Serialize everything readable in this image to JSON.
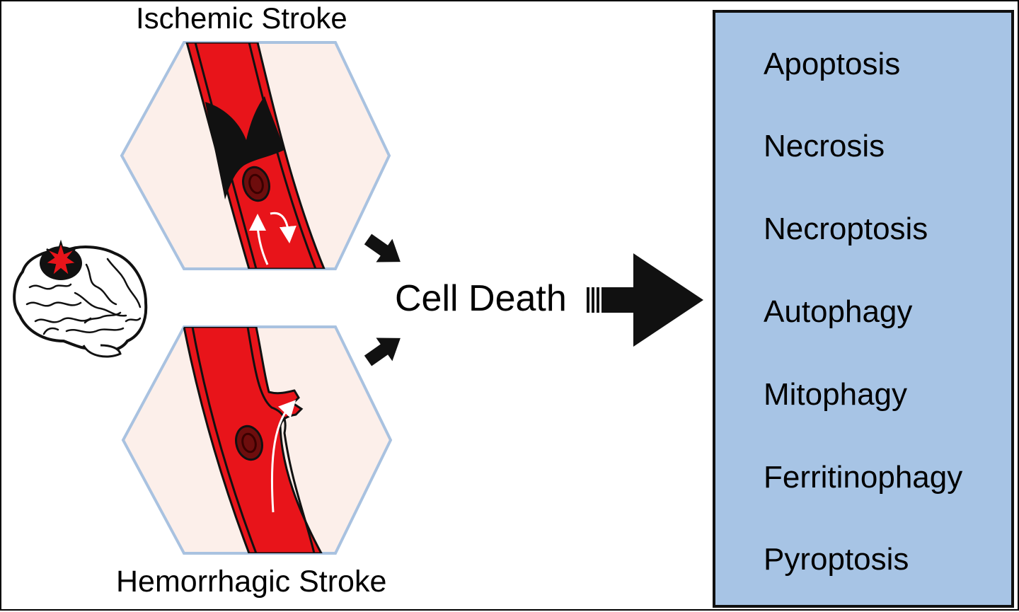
{
  "diagram": {
    "ischemic_title": "Ischemic Stroke",
    "hemorrhagic_title": "Hemorrhagic Stroke",
    "center_label": "Cell Death",
    "cell_death_types": [
      "Apoptosis",
      "Necrosis",
      "Necroptosis",
      "Autophagy",
      "Mitophagy",
      "Ferritinophagy",
      "Pyroptosis"
    ]
  },
  "colors": {
    "vessel_red": "#e8141a",
    "clot_black": "#111111",
    "rbc_dark": "#6e0d0d",
    "hexagon_fill": "#fcefea",
    "hexagon_stroke": "#a9c2e0",
    "panel_fill": "#a7c4e5",
    "panel_border": "#101010"
  },
  "icons": [
    "brain-icon",
    "burst-icon",
    "red-blood-cell-icon",
    "blood-flow-arrow-icon",
    "arrow-icon"
  ]
}
